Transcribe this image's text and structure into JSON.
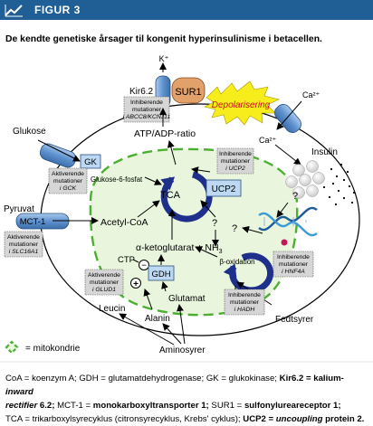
{
  "header": {
    "title": "FIGUR 3"
  },
  "subtitle": "De kendte genetiske årsager til kongenit hyperinsulinisme i betacellen.",
  "diagram": {
    "k_plus": "K⁺",
    "kir62": "Kir6.2",
    "sur1": "SUR1",
    "depolarisering": "Depolarisering",
    "ca_out": "Ca²⁺",
    "ca_in": "Ca²⁺",
    "atp_adp": "ATP/ADP-ratio",
    "glukose": "Glukose",
    "gk": "GK",
    "glukose6": "Glukose-6-fosfat",
    "insulin": "Insulin",
    "tca": "TCA",
    "ucp2": "UCP2",
    "pyruvat": "Pyruvat",
    "mct1": "MCT-1",
    "acetylcoa": "Acetyl-CoA",
    "alpha_keto": "α-ketoglutarat + NH",
    "nh_sub": "3",
    "beta_ox": "β-oxidation",
    "q1": "?",
    "q2": "?",
    "q3": "?",
    "ctp": "CTP",
    "gdh": "GDH",
    "minus": "−",
    "plus": "+",
    "glutamat": "Glutamat",
    "alanin": "Alanin",
    "leucin": "Leucin",
    "aminosyrer": "Aminosyrer",
    "fedtsyrer": "Fedtsyrer",
    "legend": "= mitokondrie",
    "boxes": {
      "kir": [
        "Inhiberende",
        "mutationer",
        "i ABCC8/KCNJ11"
      ],
      "gk": [
        "Aktiverende",
        "mutationer",
        "i GCK"
      ],
      "ucp2": [
        "Inhiberende",
        "mutationer",
        "i UCP2"
      ],
      "mct1": [
        "Aktiverende",
        "mutationer",
        "i SLC16A1"
      ],
      "gdh": [
        "Aktiverende",
        "mutationer",
        "i GLUD1"
      ],
      "hadh": [
        "Inhiberende",
        "mutationer",
        "i HADH"
      ],
      "hnf4a": [
        "Inhiberende",
        "mutationer",
        "i HNF4A"
      ]
    }
  },
  "caption": [
    [
      [
        "CoA = koenzym A;  GDH = glutamatdehydrogenase;  GK = glukokinase;  ",
        "n"
      ],
      [
        "Kir6.2 = kalium-",
        "b"
      ],
      [
        "inward",
        "bi"
      ]
    ],
    [
      [
        "rectifier",
        "bi"
      ],
      [
        " 6.2;  ",
        "b"
      ],
      [
        "MCT-1 = ",
        "n"
      ],
      [
        "monokarboxyltransporter 1;",
        "b"
      ],
      [
        "  SUR1 = ",
        "n"
      ],
      [
        "sulfonylureareceptor 1;",
        "b"
      ]
    ],
    [
      [
        "TCA = trikarboxylsyrecyklus (citronsyrecyklus, Krebs' cyklus);  ",
        "n"
      ],
      [
        "UCP2 = ",
        "b"
      ],
      [
        "uncoupling",
        "bi"
      ],
      [
        " protein 2.",
        "b"
      ]
    ]
  ],
  "colors": {
    "header_bg": "#1f5f95",
    "mito": "#4caf32",
    "mito_fill": "#e9f6dd",
    "arrow_blue": "#1e2f8c",
    "box_fill": "#d6d6d6",
    "channel_blue": "#6fa1d6",
    "star_yellow": "#f7ec1c"
  }
}
